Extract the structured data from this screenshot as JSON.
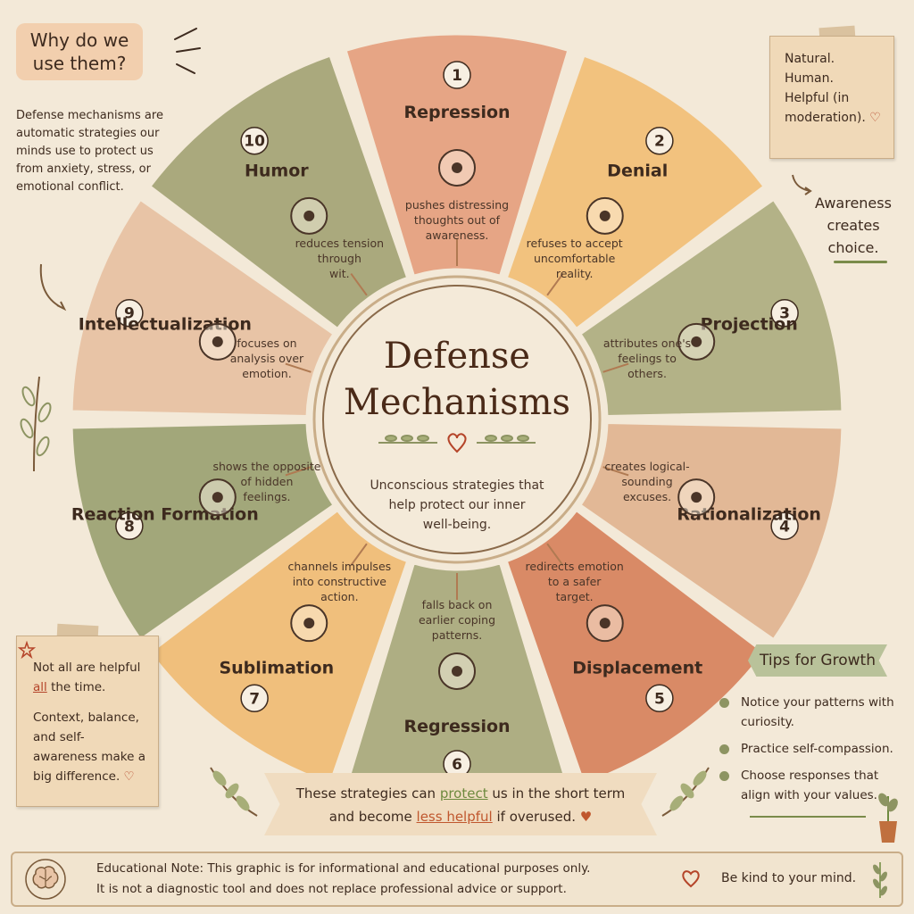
{
  "center": {
    "title_line1": "Defense",
    "title_line2": "Mechanisms",
    "subtitle_line1": "Unconscious strategies that",
    "subtitle_line2": "help protect our inner",
    "subtitle_line3": "well-being."
  },
  "segments": [
    {
      "number": "1",
      "title": "Repression",
      "desc": [
        "pushes distressing",
        "thoughts out of",
        "awareness."
      ],
      "color": "#e6a585",
      "icon": "padlock-icon"
    },
    {
      "number": "2",
      "title": "Denial",
      "desc": [
        "refuses to accept",
        "uncomfortable",
        "reality."
      ],
      "color": "#f2c27e",
      "icon": "x-sign-icon"
    },
    {
      "number": "3",
      "title": "Projection",
      "desc": [
        "attributes one's",
        "feelings to",
        "others."
      ],
      "color": "#b3b287",
      "icon": "projection-people-icon"
    },
    {
      "number": "4",
      "title": "Rationalization",
      "desc": [
        "creates logical-",
        "sounding",
        "excuses."
      ],
      "color": "#e2b896",
      "icon": "clipboard-icon"
    },
    {
      "number": "5",
      "title": "Displacement",
      "desc": [
        "redirects emotion",
        "to a safer",
        "target."
      ],
      "color": "#d98a66",
      "icon": "cloud-pillow-icon"
    },
    {
      "number": "6",
      "title": "Regression",
      "desc": [
        "falls back on",
        "earlier coping",
        "patterns."
      ],
      "color": "#aeae83",
      "icon": "teddy-bottle-icon"
    },
    {
      "number": "7",
      "title": "Sublimation",
      "desc": [
        "channels impulses",
        "into constructive",
        "action."
      ],
      "color": "#f0bf7c",
      "icon": "paintbrush-easel-icon"
    },
    {
      "number": "8",
      "title": "Reaction Formation",
      "desc": [
        "shows the opposite",
        "of hidden",
        "feelings."
      ],
      "color": "#a2a77a",
      "icon": "heart-arrow-icon"
    },
    {
      "number": "9",
      "title": "Intellectualization",
      "desc": [
        "focuses on",
        "analysis over",
        "emotion."
      ],
      "color": "#e8c4a6",
      "icon": "books-thought-icon"
    },
    {
      "number": "10",
      "title": "Humor",
      "desc": [
        "reduces tension",
        "through",
        "wit."
      ],
      "color": "#aaa97d",
      "icon": "laughing-face-icon"
    }
  ],
  "why": {
    "title_line1": "Why do we",
    "title_line2": "use them?",
    "text": "Defense mechanisms are automatic strategies our minds use to protect us from anxiety, stress, or emotional conflict."
  },
  "note_top_right": {
    "line1": "Natural.",
    "line2": "Human.",
    "line3": "Helpful (in moderation)."
  },
  "awareness": {
    "line1": "Awareness",
    "line2": "creates",
    "line3": "choice."
  },
  "note_bottom_left": {
    "p1_pre": "Not all are helpful ",
    "p1_em": "all",
    "p1_post": " the time.",
    "p2": "Context, balance, and self-awareness make a big difference."
  },
  "tips": {
    "title": "Tips for Growth",
    "items": [
      "Notice your patterns with curiosity.",
      "Practice self-compassion.",
      "Choose responses that align with your values."
    ]
  },
  "banner": {
    "line1_pre": "These strategies can ",
    "line1_em": "protect",
    "line1_post": " us in the short term",
    "line2_pre": "and become ",
    "line2_em": "less helpful",
    "line2_post": " if overused."
  },
  "footer": {
    "note_line1": "Educational Note: This graphic is for informational and educational purposes only.",
    "note_line2": "It is not a diagnostic tool and does not replace professional advice or support.",
    "kind": "Be kind to your mind."
  }
}
